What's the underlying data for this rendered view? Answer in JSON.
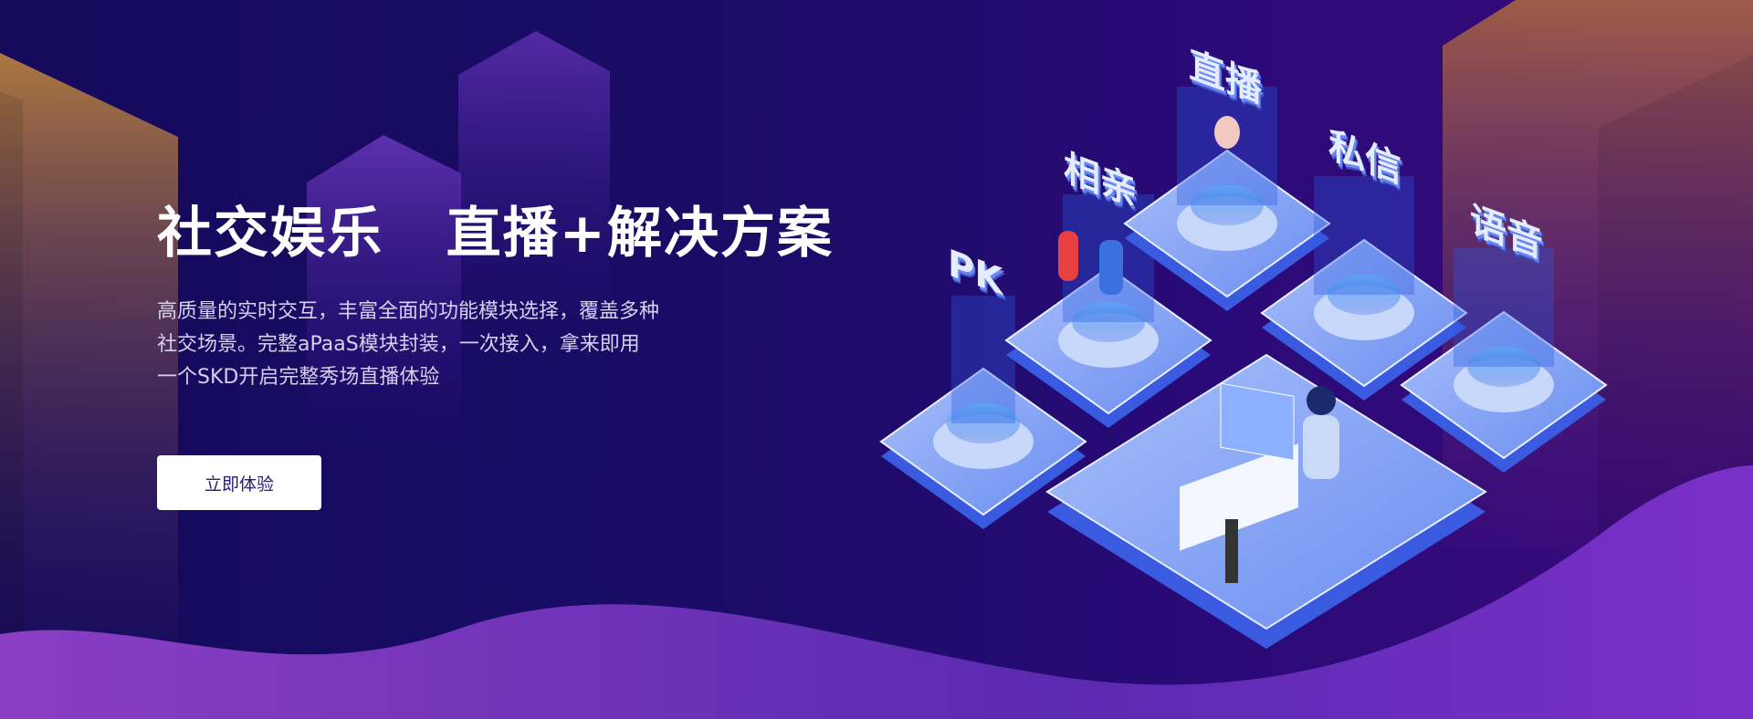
{
  "hero": {
    "title": "社交娱乐   直播+解决方案",
    "description_lines": [
      "高质量的实时交互，丰富全面的功能模块选择，覆盖多种",
      "社交场景。完整aPaaS模块封装，一次接入，拿来即用",
      "一个SKD开启完整秀场直播体验"
    ],
    "cta_label": "立即体验"
  },
  "illustration": {
    "labels": [
      "PK",
      "相亲",
      "直播",
      "私信",
      "语音"
    ]
  },
  "colors": {
    "background": "#1a0c66",
    "accent": "#5a82f0",
    "wave": "#7a3ac0"
  }
}
